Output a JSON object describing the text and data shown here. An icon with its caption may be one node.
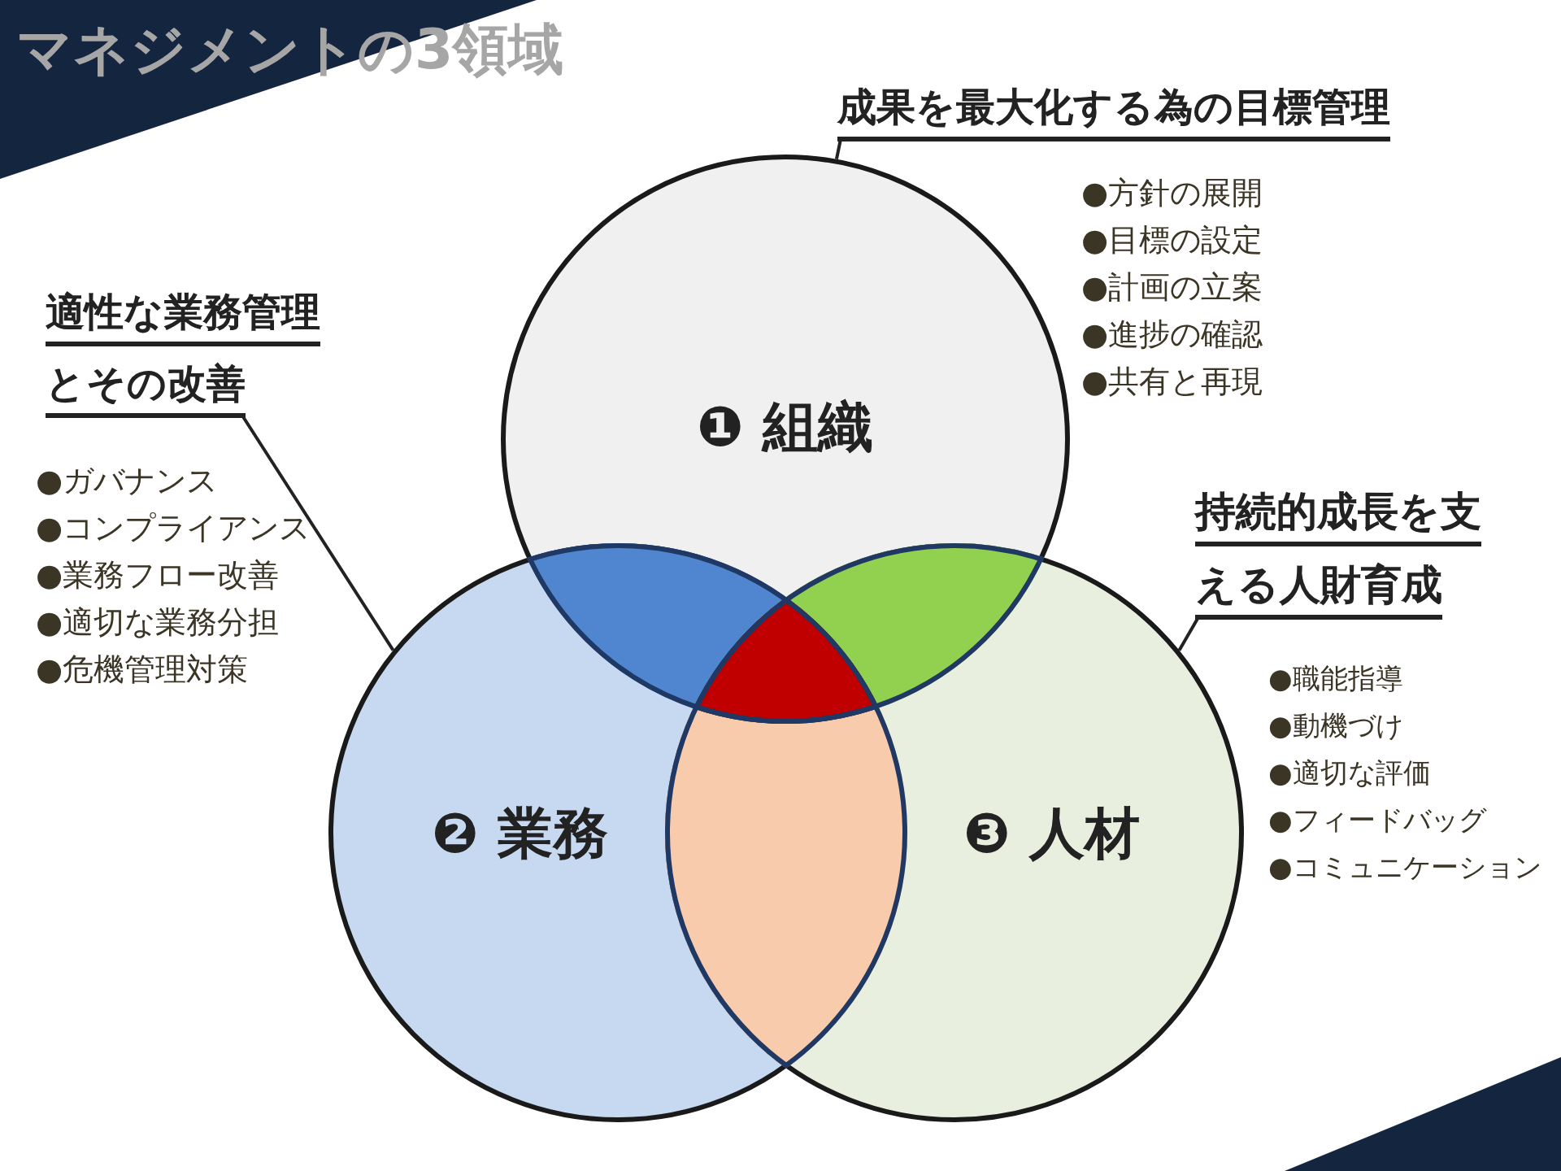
{
  "diagram": {
    "title": "マネジメントの3領域",
    "nodes": [
      {
        "text": [
          "❶ 組織"
        ]
      },
      {
        "text": [
          "❷ 業務"
        ]
      },
      {
        "text": [
          "❸ 人材"
        ]
      },
      {
        "text": [
          "成果を最大化する為の目標管理",
          "●方針の展開",
          "●目標の設定",
          "●計画の立案",
          "●進捗の確認",
          "●共有と再現"
        ]
      },
      {
        "text": [
          "適性な業務管理とその改善",
          "●ガバナンス",
          "●コンプライアンス",
          "●業務フロー改善",
          "●適切な業務分担",
          "●危機管理対策"
        ]
      },
      {
        "text": [
          "持続的成長を支える人財育成",
          "●職能指導",
          "●動機づけ",
          "●適切な評価",
          "●フィードバッグ",
          "●コミュニケーション"
        ]
      }
    ],
    "edges": [
      {
        "from": 3,
        "to": 0,
        "arrow": "none"
      },
      {
        "from": 4,
        "to": 1,
        "arrow": "none"
      },
      {
        "from": 5,
        "to": 2,
        "arrow": "none"
      }
    ]
  }
}
